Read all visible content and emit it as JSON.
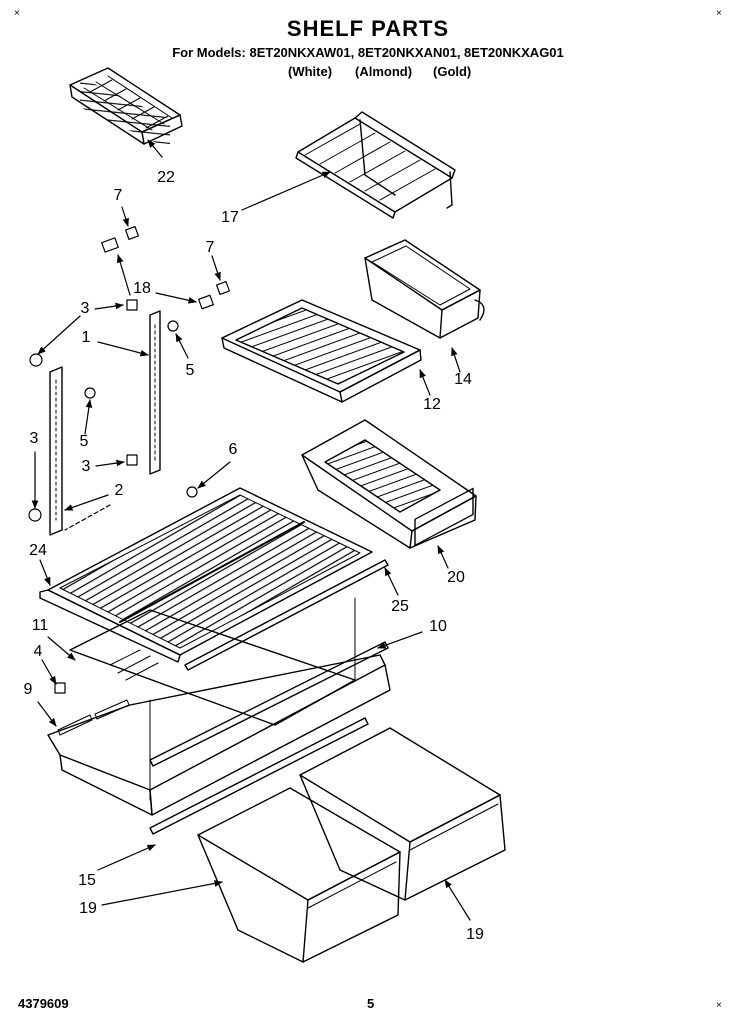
{
  "title": "SHELF PARTS",
  "models_line": "For Models: 8ET20NKXAW01, 8ET20NKXAN01, 8ET20NKXAG01",
  "colors": [
    "(White)",
    "(Almond)",
    "(Gold)"
  ],
  "callouts": [
    {
      "id": "22",
      "label": "22"
    },
    {
      "id": "7a",
      "label": "7"
    },
    {
      "id": "17",
      "label": "17"
    },
    {
      "id": "7b",
      "label": "7"
    },
    {
      "id": "18",
      "label": "18"
    },
    {
      "id": "3a",
      "label": "3"
    },
    {
      "id": "1",
      "label": "1"
    },
    {
      "id": "5a",
      "label": "5"
    },
    {
      "id": "14",
      "label": "14"
    },
    {
      "id": "12",
      "label": "12"
    },
    {
      "id": "5b",
      "label": "5"
    },
    {
      "id": "3b",
      "label": "3"
    },
    {
      "id": "3c",
      "label": "3"
    },
    {
      "id": "6",
      "label": "6"
    },
    {
      "id": "2",
      "label": "2"
    },
    {
      "id": "24",
      "label": "24"
    },
    {
      "id": "20",
      "label": "20"
    },
    {
      "id": "25",
      "label": "25"
    },
    {
      "id": "11",
      "label": "11"
    },
    {
      "id": "10",
      "label": "10"
    },
    {
      "id": "4",
      "label": "4"
    },
    {
      "id": "9",
      "label": "9"
    },
    {
      "id": "15",
      "label": "15"
    },
    {
      "id": "19a",
      "label": "19"
    },
    {
      "id": "19b",
      "label": "19"
    }
  ],
  "footer": {
    "doc_number": "4379609",
    "page": "5"
  },
  "corner_mark": "×"
}
